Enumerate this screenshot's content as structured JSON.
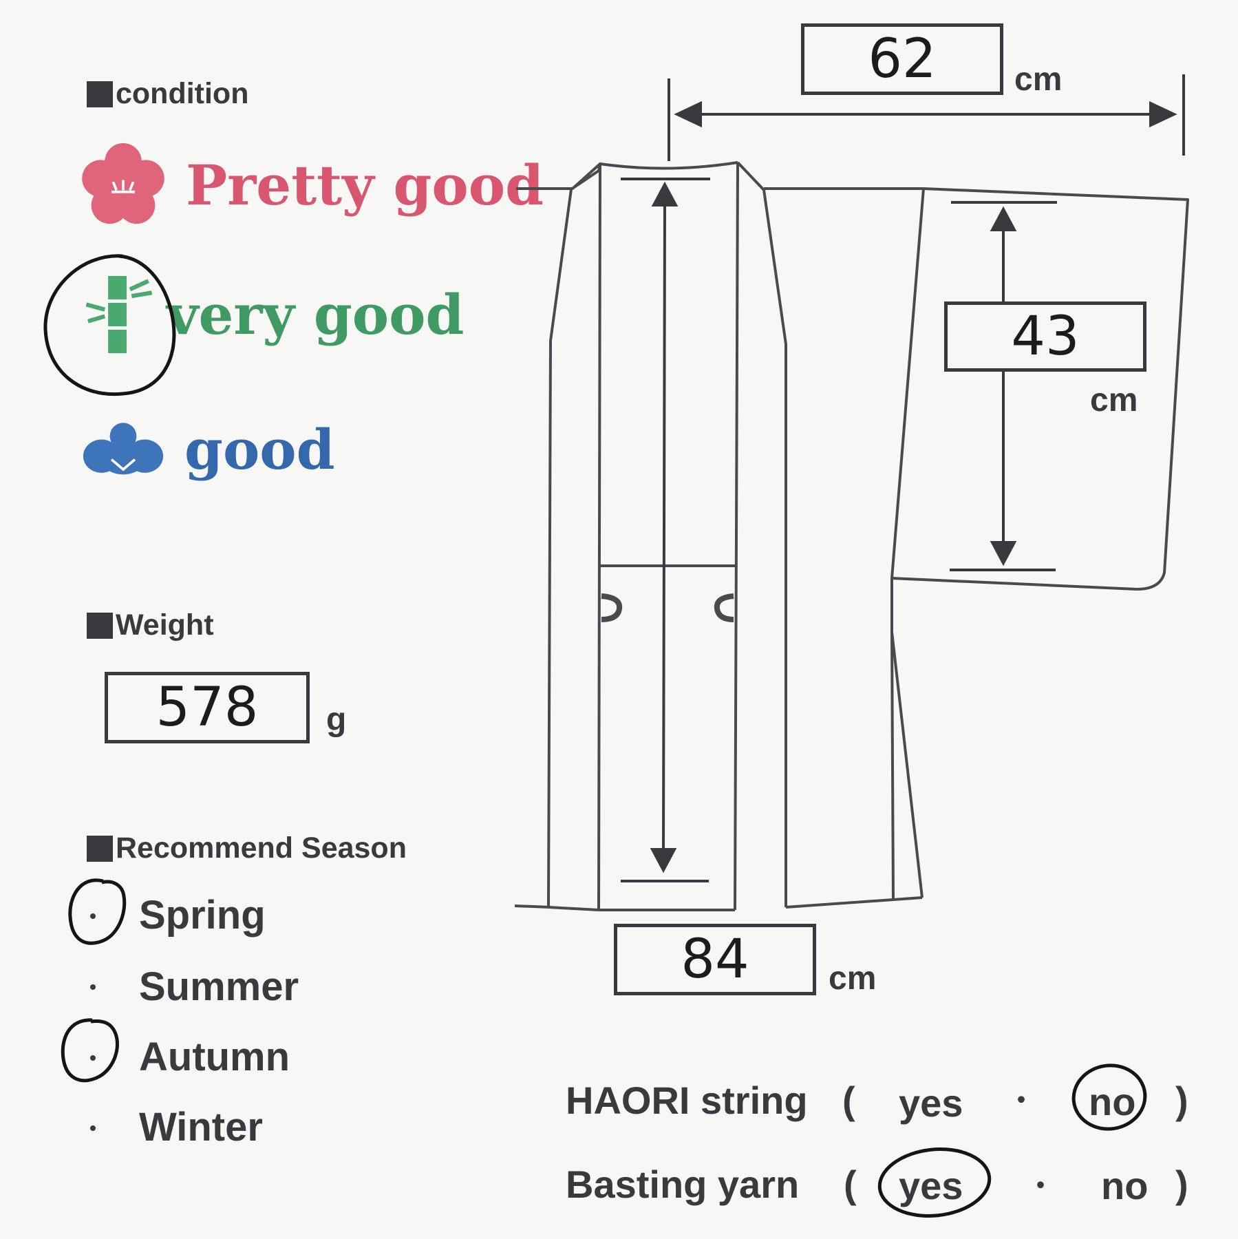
{
  "condition": {
    "heading": "condition",
    "options": [
      {
        "label": "Pretty good",
        "icon": "plum-blossom-icon",
        "color": "#d9566f",
        "selected": false
      },
      {
        "label": "very good",
        "icon": "bamboo-icon",
        "color": "#3f9a63",
        "selected": true
      },
      {
        "label": "good",
        "icon": "pine-icon",
        "color": "#3468ad",
        "selected": false
      }
    ]
  },
  "weight": {
    "heading": "Weight",
    "value": "578",
    "unit": "g"
  },
  "season": {
    "heading": "Recommend Season",
    "options": [
      {
        "label": "Spring",
        "selected": true
      },
      {
        "label": "Summer",
        "selected": false
      },
      {
        "label": "Autumn",
        "selected": true
      },
      {
        "label": "Winter",
        "selected": false
      }
    ]
  },
  "measurements": {
    "sleeve_span": {
      "value": "62",
      "unit": "cm"
    },
    "sleeve_height": {
      "value": "43",
      "unit": "cm"
    },
    "length": {
      "value": "84",
      "unit": "cm"
    }
  },
  "haori_string": {
    "label": "HAORI string",
    "open": "(",
    "yes": "yes",
    "sep": "・",
    "no": "no",
    "close": ")",
    "selected": "no"
  },
  "basting_yarn": {
    "label": "Basting yarn",
    "open": "(",
    "yes": "yes",
    "sep": "・",
    "no": "no",
    "close": ")",
    "selected": "yes"
  }
}
